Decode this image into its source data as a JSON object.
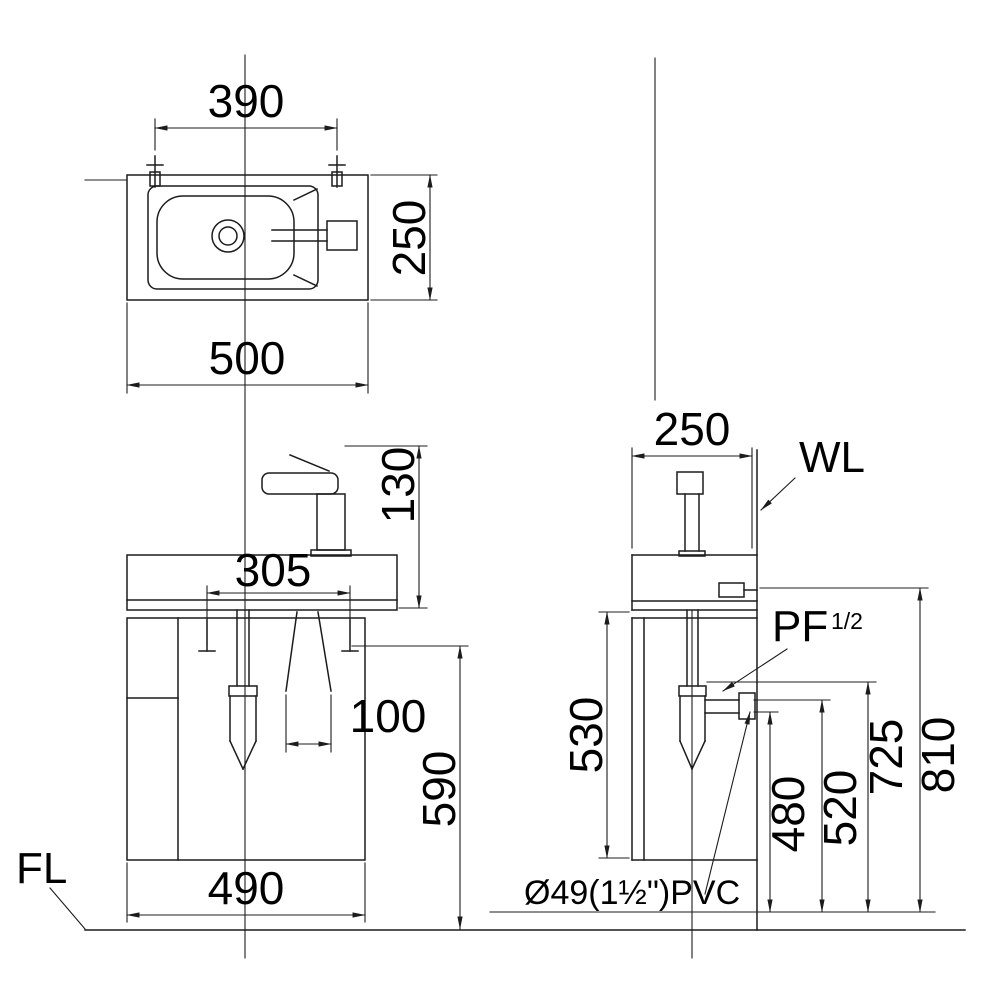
{
  "drawing": {
    "background": "#ffffff",
    "line_color": "#1c1c1c",
    "top_view": {
      "dim_390": "390",
      "dim_250": "250",
      "dim_500": "500"
    },
    "front_view": {
      "dim_130": "130",
      "dim_305": "305",
      "dim_100": "100",
      "dim_590": "590",
      "dim_490": "490",
      "floor_line_label": "FL"
    },
    "side_view": {
      "dim_250": "250",
      "wall_line_label": "WL",
      "pf_label": "PF",
      "pf_fraction": "1/2",
      "dim_530": "530",
      "dim_480": "480",
      "dim_520": "520",
      "dim_725": "725",
      "dim_810": "810",
      "pvc_label": "Ø49(1½\")PVC"
    }
  }
}
